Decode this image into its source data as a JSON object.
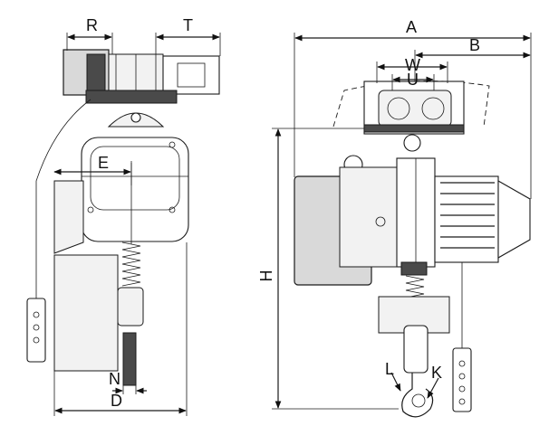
{
  "labels": {
    "R": "R",
    "T": "T",
    "A": "A",
    "B": "B",
    "W": "W",
    "U": "U",
    "E": "E",
    "H": "H",
    "N": "N",
    "D": "D",
    "L": "L",
    "K": "K"
  }
}
